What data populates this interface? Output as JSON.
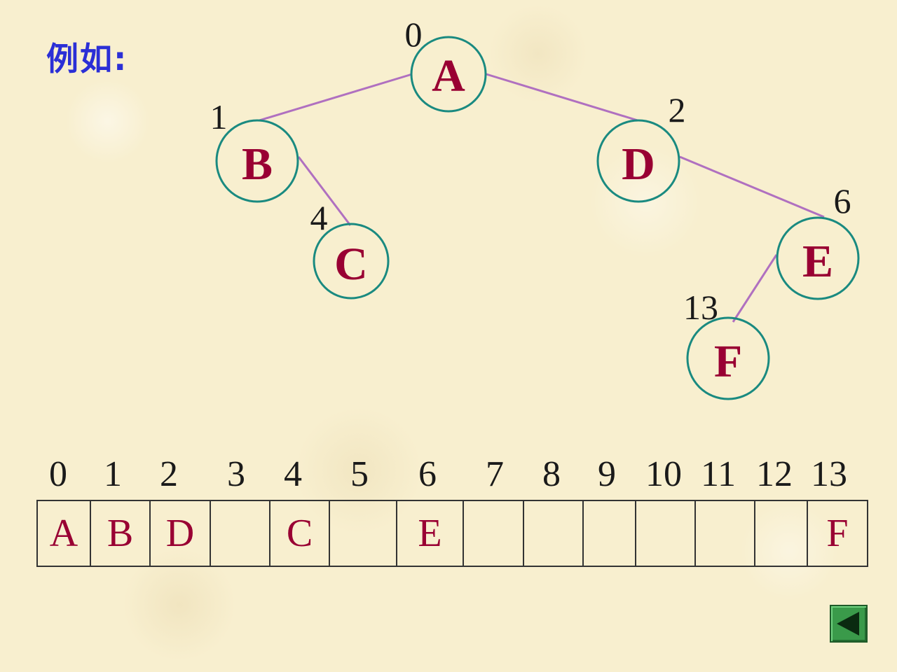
{
  "heading": "例如:",
  "tree": {
    "nodes": [
      {
        "id": "A",
        "label": "A",
        "index": "0"
      },
      {
        "id": "B",
        "label": "B",
        "index": "1"
      },
      {
        "id": "D",
        "label": "D",
        "index": "2"
      },
      {
        "id": "C",
        "label": "C",
        "index": "4"
      },
      {
        "id": "E",
        "label": "E",
        "index": "6"
      },
      {
        "id": "F",
        "label": "F",
        "index": "13"
      }
    ],
    "edges": [
      [
        "A",
        "B"
      ],
      [
        "A",
        "D"
      ],
      [
        "B",
        "C"
      ],
      [
        "D",
        "E"
      ],
      [
        "E",
        "F"
      ]
    ]
  },
  "array": {
    "indices": [
      "0",
      "1",
      "2",
      "3",
      "4",
      "5",
      "6",
      "7",
      "8",
      "9",
      "10",
      "11",
      "12",
      "13"
    ],
    "cells": [
      "A",
      "B",
      "D",
      "",
      "C",
      "",
      "E",
      "",
      "",
      "",
      "",
      "",
      "",
      "F"
    ]
  },
  "colors": {
    "node_stroke": "#1a8a80",
    "edge": "#b070c0",
    "node_text": "#990033",
    "heading": "#2b2fd6",
    "button": "#3a9a4a"
  },
  "icons": {
    "back_button": "left-triangle-icon"
  }
}
